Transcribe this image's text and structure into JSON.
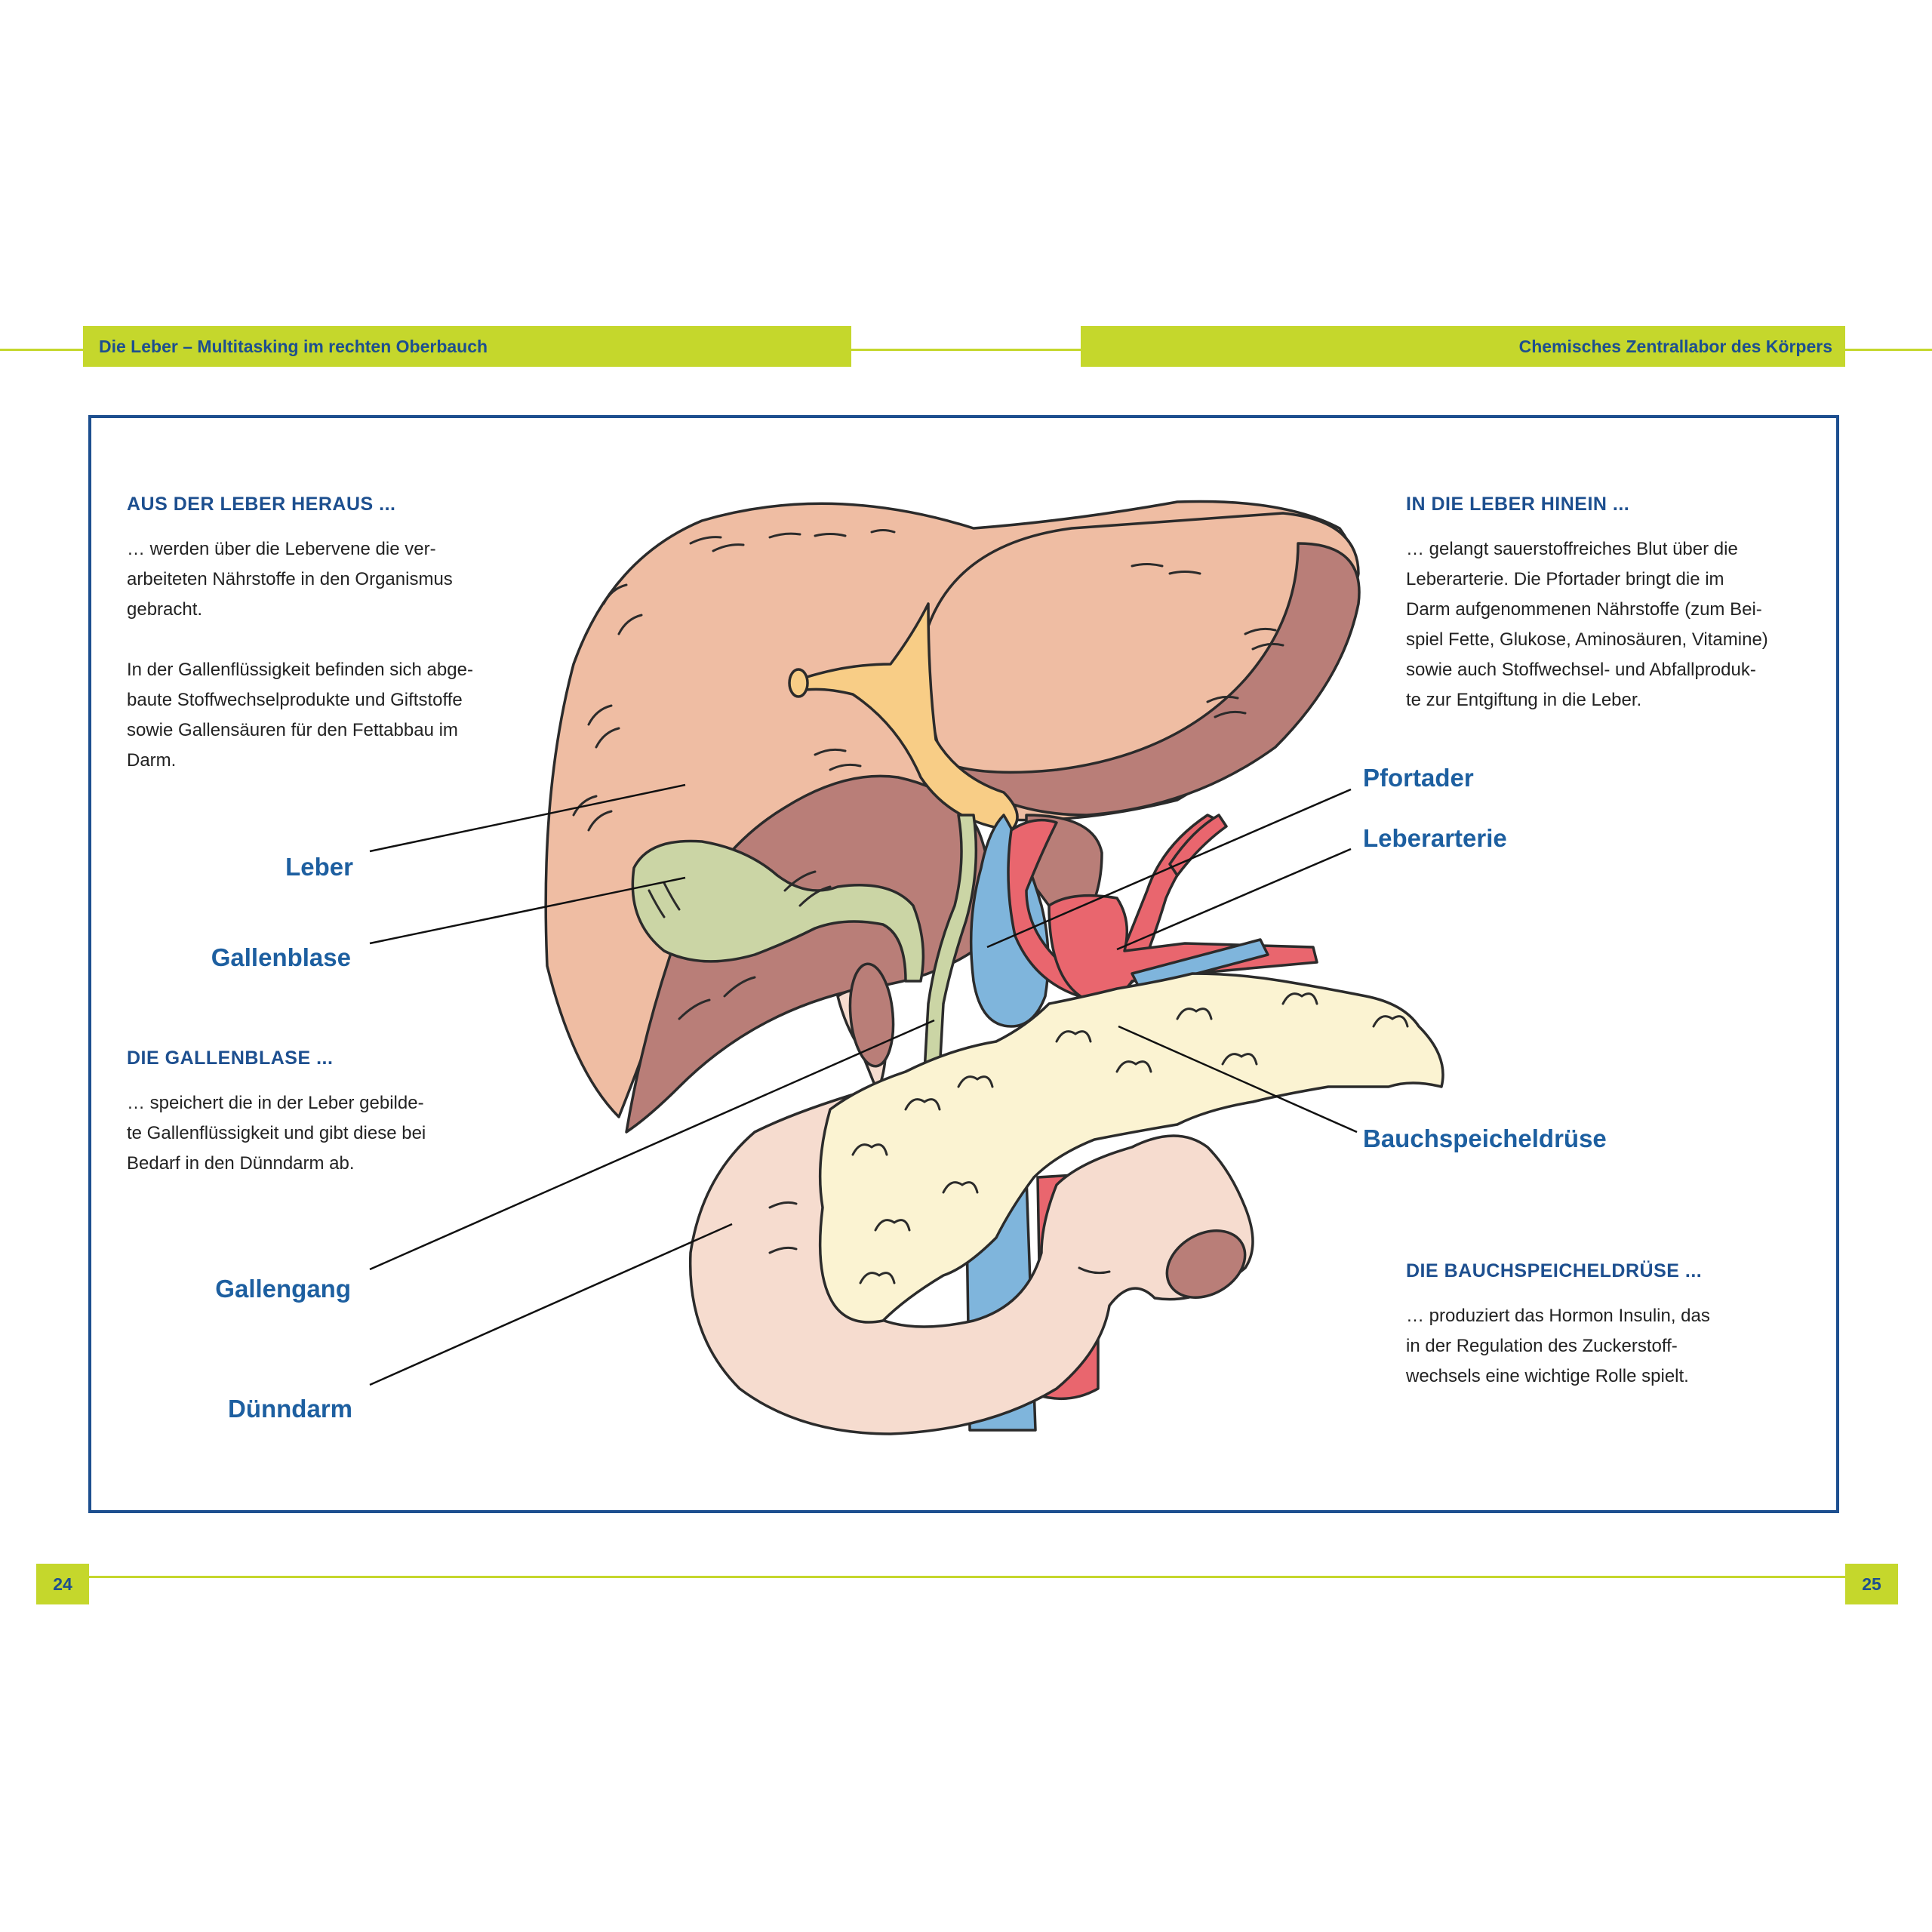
{
  "header": {
    "left_title": "Die Leber – Multitasking im rechten Oberbauch",
    "right_title": "Chemisches Zentrallabor des Körpers"
  },
  "left_column": {
    "section1_title": "AUS DER LEBER HERAUS ...",
    "section1_text": "… werden über die Lebervene die ver-\narbeiteten Nährstoffe in den Organismus\ngebracht.\n\nIn der Gallenflüssigkeit befinden sich abge-\nbaute Stoffwechselprodukte und Giftstoffe\nsowie Gallensäuren für den Fettabbau im\nDarm.",
    "section2_title": "DIE GALLENBLASE ...",
    "section2_text": "… speichert die in der Leber gebilde-\nte Gallenflüssigkeit und gibt diese bei\nBedarf in den Dünndarm ab."
  },
  "right_column": {
    "section1_title": "IN DIE LEBER HINEIN ...",
    "section1_text": "… gelangt sauerstoffreiches Blut über die\nLeberarterie. Die Pfortader bringt die im\nDarm aufgenommenen Nährstoffe (zum Bei-\nspiel Fette, Glukose, Aminosäuren, Vitamine)\nsowie auch Stoffwechsel- und Abfallproduk-\nte zur Entgiftung in die Leber.",
    "section2_title": "DIE BAUCHSPEICHELDRÜSE ...",
    "section2_text": "… produziert das Hormon Insulin, das\nin der Regulation des Zuckerstoff-\nwechsels eine wichtige Rolle spielt."
  },
  "labels": {
    "leber": "Leber",
    "gallenblase": "Gallenblase",
    "gallengang": "Gallengang",
    "duenndarm": "Dünndarm",
    "pfortader": "Pfortader",
    "leberarterie": "Leberarterie",
    "bauchspeicheldruese": "Bauchspeicheldrüse"
  },
  "page_numbers": {
    "left": "24",
    "right": "25"
  },
  "colors": {
    "accent_green": "#c5d72c",
    "brand_blue": "#1d4f8f",
    "liver_light": "#efbda3",
    "liver_dark": "#b97e78",
    "gallbladder": "#cbd5a5",
    "vein_blue": "#7fb5dc",
    "artery_red": "#e9666e",
    "pancreas": "#fbf3d2",
    "intestine": "#f6dccf"
  }
}
